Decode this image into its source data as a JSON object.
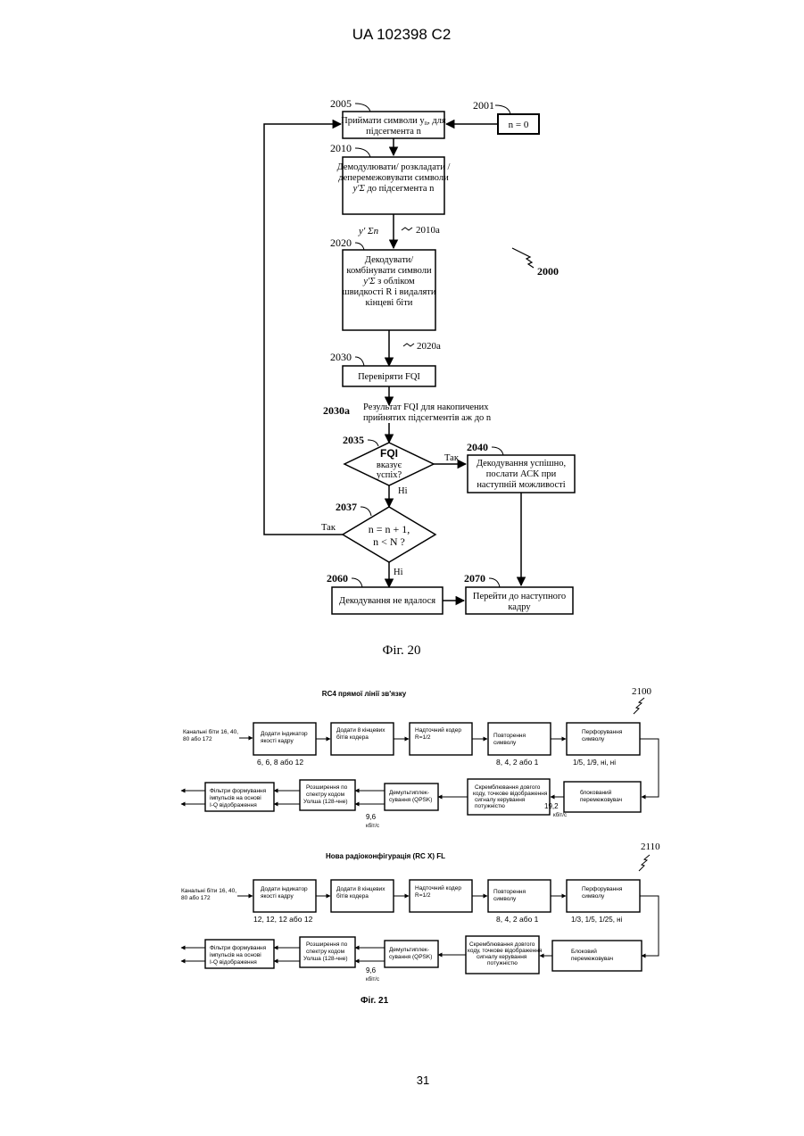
{
  "header": {
    "patent": "UA   102398   C2"
  },
  "page_number": "31",
  "fig20": {
    "caption": "Фіг. 20",
    "diagram_ref": "2000",
    "n2001": {
      "ref": "2001",
      "text": "n = 0"
    },
    "n2005": {
      "ref": "2005",
      "line1": "Приймати символи y",
      "sub": "n",
      "line1b": ", для",
      "line2": "підсегмента n"
    },
    "n2010": {
      "ref": "2010",
      "line1": "Демодулювати/ розкладати /",
      "line2": "деперемежовувати символи",
      "line3": "y′Σ",
      "line3b": " до підсегмента n"
    },
    "a2010a": {
      "ref": "2010a",
      "label": "y′ Σn"
    },
    "n2020": {
      "ref": "2020",
      "line1": "Декодувати/",
      "line2": "комбінувати символи",
      "line3": "y′Σ",
      "line3b": " з обліком",
      "line4": "швидкості R і видаляти",
      "line5": "кінцеві біти"
    },
    "a2020a": {
      "ref": "2020a"
    },
    "n2030": {
      "ref": "2030",
      "text": "Перевіряти FQI"
    },
    "a2030a": {
      "ref": "2030a",
      "line1": "Результат FQI для накопичених",
      "line2": "прийнятих підсегментів аж до n"
    },
    "n2035": {
      "ref": "2035",
      "line1": "FQI",
      "line2": "вказує",
      "line3": "успіх?"
    },
    "n2040": {
      "ref": "2040",
      "line1": "Декодування успішно,",
      "line2": "послати АСК при",
      "line3": "наступній можливості"
    },
    "n2037": {
      "ref": "2037",
      "line1": "n = n + 1,",
      "line2": "n < N ?"
    },
    "n2060": {
      "ref": "2060",
      "text": "Декодування не вдалося"
    },
    "n2070": {
      "ref": "2070",
      "line1": "Перейти до наступного",
      "line2": "кадру"
    },
    "yes1": "Так",
    "no1": "Ні",
    "yes2": "Так",
    "no2": "Ні"
  },
  "fig21": {
    "caption": "Фіг. 21",
    "top": {
      "title": "RC4 прямої лінії зв'язку",
      "ref": "2100",
      "input": [
        "Канальні біти 16, 40,",
        "80 або 172"
      ],
      "b1": [
        "Додати індикатор",
        "якості кадру"
      ],
      "b1_below": "6, 6, 8  або  12",
      "b2": [
        "Додати 8 кінцевих",
        "бітів кодера"
      ],
      "b3": [
        "Надточний кодер",
        "R=1/2"
      ],
      "b4": [
        "Повторення",
        "символу"
      ],
      "b4_below": "8, 4, 2  або  1",
      "b5": [
        "Перфорування",
        "символу"
      ],
      "b5_below": "1/5,  1/9,    ні, ні",
      "b6": [
        "блокований",
        "перемежовувач"
      ],
      "b7": [
        "Скремблювання довгого",
        "коду, точкове відображення",
        "сигналу керування",
        "потужністю"
      ],
      "rate1": [
        "19,2",
        "кбіт/с"
      ],
      "b8": [
        "Демультиплек-",
        "сування (QPSK)"
      ],
      "rate2": [
        "9,6",
        "кбіт/с"
      ],
      "b9": [
        "Розширення по",
        "спектру кодом",
        "Уолша (128-чне)"
      ],
      "b10": [
        "Фільтри формування",
        "імпульсів на основі",
        "I-Q відображення"
      ]
    },
    "bottom": {
      "title": "Нова радіоконфігурація (RC X) FL",
      "ref": "2110",
      "input": [
        "Канальні біти 16, 40,",
        "80 або 172"
      ],
      "b1": [
        "Додати індикатор",
        "якості кадру"
      ],
      "b1_below": "12,  12,  12  або  12",
      "b2": [
        "Додати 8 кінцевих",
        "бітів кодера"
      ],
      "b3": [
        "Надточний кодер",
        "R=1/2"
      ],
      "b4": [
        "Повторення",
        "символу"
      ],
      "b4_below": "8, 4, 2  або  1",
      "b5": [
        "Перфорування",
        "символу"
      ],
      "b5_below": "1/3,  1/5,  1/25,   ні",
      "b6": [
        "Блоковий",
        "перемежовувач"
      ],
      "b7": [
        "Скремблювання довгого",
        "коду, точкове відображення",
        "сигналу керування",
        "потужністю"
      ],
      "b8": [
        "Демультиплек-",
        "сування (QPSK)"
      ],
      "rate2": [
        "9,6",
        "кбіт/с"
      ],
      "b9": [
        "Розширення по",
        "спектру кодом",
        "Уолша (128-чне)"
      ],
      "b10": [
        "Фільтри формування",
        "імпульсів на основі",
        "I-Q відображення"
      ]
    }
  }
}
